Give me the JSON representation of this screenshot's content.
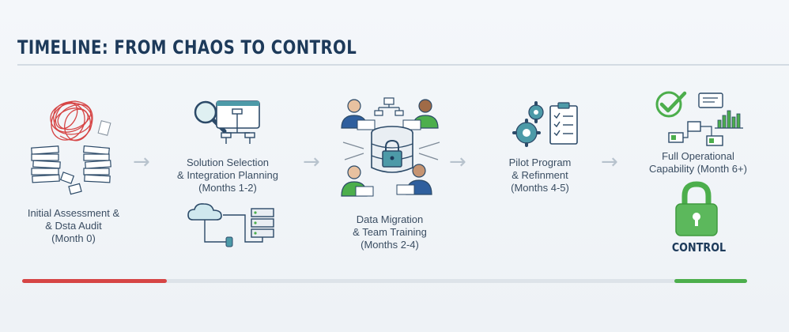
{
  "title": "TIMELINE: FROM CHAOS TO CONTROL",
  "stages": [
    {
      "line1": "Initial Assessment &",
      "line2": "& Dsta Audit",
      "period": "(Month 0)"
    },
    {
      "line1": "Solution Selection",
      "line2": "& Integration Planning",
      "period": "(Months 1-2)"
    },
    {
      "line1": "Data Migration",
      "line2": "& Team Training",
      "period": "(Months 2-4)"
    },
    {
      "line1": "Pilot Program",
      "line2": "& Refinment",
      "period": "(Months 4-5)"
    },
    {
      "line1": "Full Operational",
      "line2": "Capability (Month 6+)",
      "period": ""
    }
  ],
  "control_label": "CONTROL",
  "icons": [
    "tangled-scribble-icon",
    "paper-stack-icon",
    "magnifier-icon",
    "flowchart-icon",
    "cloud-icon",
    "server-icon",
    "team-icon",
    "database-lock-icon",
    "gear-icon",
    "checklist-icon",
    "checkmark-icon",
    "dashboard-icon",
    "padlock-icon"
  ],
  "colors": {
    "chaos": "#d64545",
    "control": "#4cae4c",
    "accent": "#2f7d8c",
    "navy": "#1d3a5a"
  },
  "progress": {
    "start_segment": 0.2,
    "end_segment": 0.1
  }
}
